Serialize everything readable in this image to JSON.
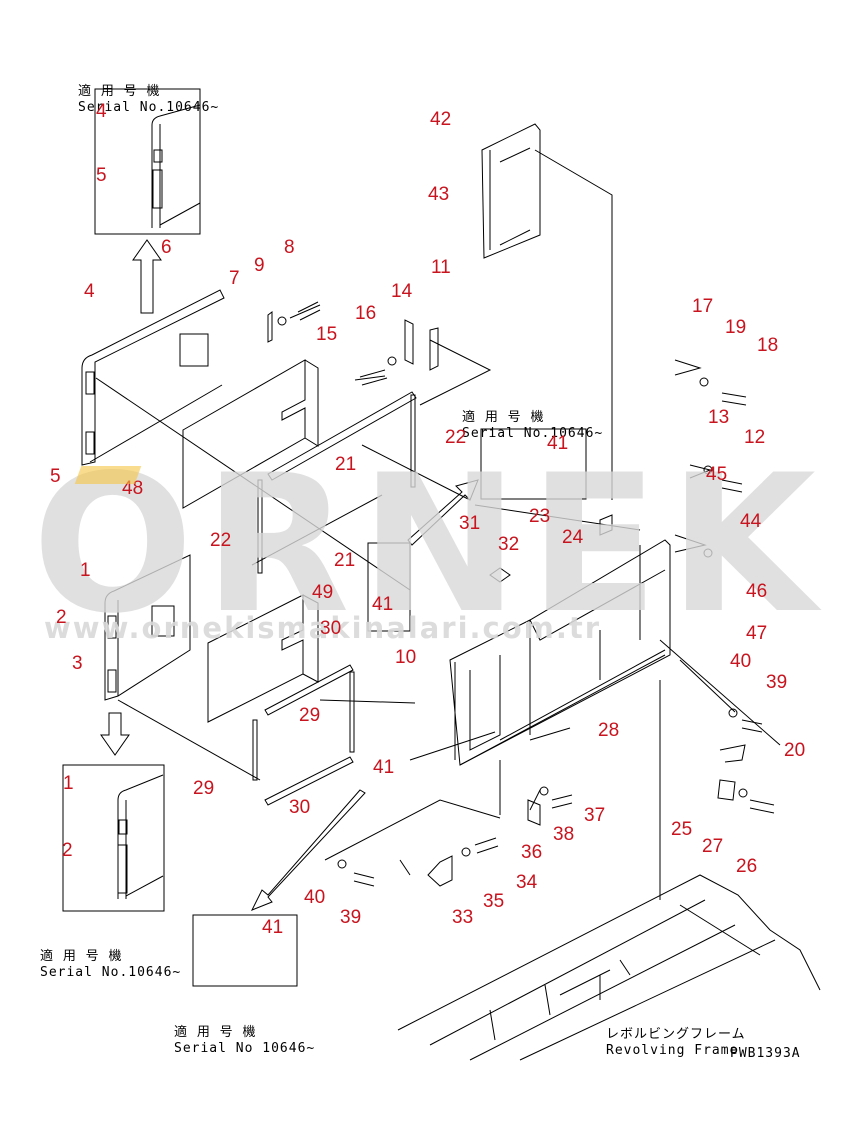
{
  "notes": {
    "serial_top_left": [
      "適 用 号 機",
      "Serial No.10646~"
    ],
    "serial_mid": [
      "適 用 号 機",
      "Serial No.10646~"
    ],
    "serial_bottom_left": [
      "適 用 号 機",
      "Serial No.10646~"
    ],
    "serial_bottom_center": [
      "適 用 号 機",
      "Serial No 10646~"
    ],
    "revolving_frame": [
      "レボルビングフレーム",
      "Revolving Frame"
    ],
    "drawing_code": "PWB1393A"
  },
  "watermark": {
    "brand": "ORNEK",
    "url": "www.ornekismakinalari.com.tr",
    "color": "#d9d9d9",
    "accent": "#f5c542"
  },
  "callouts": {
    "c1a": "1",
    "c2a": "2",
    "c3": "3",
    "c4a": "4",
    "c5a": "5",
    "c6": "6",
    "c7": "7",
    "c8": "8",
    "c9": "9",
    "c10": "10",
    "c11": "11",
    "c12": "12",
    "c13": "13",
    "c14": "14",
    "c15": "15",
    "c16": "16",
    "c17": "17",
    "c18": "18",
    "c19": "19",
    "c20": "20",
    "c21a": "21",
    "c21b": "21",
    "c22a": "22",
    "c22b": "22",
    "c23": "23",
    "c24": "24",
    "c25": "25",
    "c26": "26",
    "c27": "27",
    "c28": "28",
    "c29a": "29",
    "c29b": "29",
    "c30a": "30",
    "c30b": "30",
    "c31": "31",
    "c32": "32",
    "c33": "33",
    "c34": "34",
    "c35": "35",
    "c36": "36",
    "c37": "37",
    "c38": "38",
    "c39a": "39",
    "c39b": "39",
    "c40a": "40",
    "c40b": "40",
    "c41a": "41",
    "c41b": "41",
    "c41c": "41",
    "c41d": "41",
    "c42": "42",
    "c43": "43",
    "c44": "44",
    "c45": "45",
    "c46": "46",
    "c47": "47",
    "c48": "48",
    "c49": "49",
    "c4b": "4",
    "c5b": "5",
    "c1b": "1",
    "c2b": "2"
  }
}
